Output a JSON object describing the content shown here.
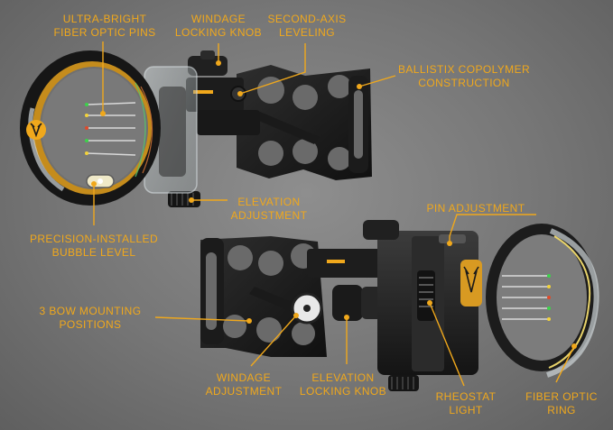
{
  "labels": {
    "ultra_bright_pins": [
      "ULTRA-BRIGHT",
      "FIBER OPTIC PINS"
    ],
    "windage_locking_knob": [
      "WINDAGE",
      "LOCKING KNOB"
    ],
    "second_axis_leveling": [
      "SECOND-AXIS",
      "LEVELING"
    ],
    "ballistix_copolymer": [
      "BALLISTIX COPOLYMER",
      "CONSTRUCTION"
    ],
    "elevation_adjustment": [
      "ELEVATION",
      "ADJUSTMENT"
    ],
    "precision_bubble_level": [
      "PRECISION-INSTALLED",
      "BUBBLE LEVEL"
    ],
    "pin_adjustment": [
      "PIN ADJUSTMENT"
    ],
    "bow_mounting_positions": [
      "3 BOW MOUNTING",
      "POSITIONS"
    ],
    "windage_adjustment": [
      "WINDAGE",
      "ADJUSTMENT"
    ],
    "elevation_locking_knob": [
      "ELEVATION",
      "LOCKING KNOB"
    ],
    "rheostat_light": [
      "RHEOSTAT",
      "LIGHT"
    ],
    "fiber_optic_ring": [
      "FIBER OPTIC",
      "RING"
    ]
  },
  "colors": {
    "accent": "#f0a81c",
    "background": "#7a7a7a",
    "body": "#222222",
    "metal": "#3a3a3a"
  },
  "icons": {
    "logo": "stag-head-icon"
  }
}
